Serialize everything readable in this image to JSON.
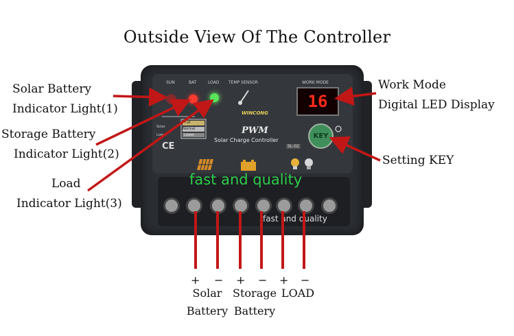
{
  "title": "Outside View Of The Controller",
  "labels": {
    "solar_light": [
      "Solar Battery",
      "Indicator Light(1)"
    ],
    "storage_light": [
      "Storage Battery",
      "Indicator Light(2)"
    ],
    "load_light": [
      "Load",
      "Indicator Light(3)"
    ],
    "work_mode": [
      "Work Mode",
      "Digital LED Display"
    ],
    "setting_key": "Setting KEY"
  },
  "panel": {
    "sun": "SUN",
    "bat": "BAT",
    "load": "LOAD",
    "temp_sensor": "TEMP SENSOR",
    "work_mode": "WORK MODE",
    "display_value": "16",
    "key": "KEY",
    "brand": "WINCONG",
    "pwm": "PWM",
    "subtitle": "Solar Charge Controller",
    "model": "SL-02",
    "ce": "CE",
    "battery_scale": [
      "Full",
      "Normal",
      "Lower"
    ],
    "solar_label": "Solar",
    "lower_label": "Lower"
  },
  "watermarks": {
    "main": "fast and quality",
    "strip": "fast and quality"
  },
  "terminals": {
    "signs": [
      "+",
      "−",
      "+",
      "−",
      "+",
      "−"
    ],
    "groups": [
      {
        "line1": "Solar",
        "line2": "Battery"
      },
      {
        "line1": "Storage",
        "line2": "Battery"
      },
      {
        "line1": "LOAD",
        "line2": ""
      }
    ]
  },
  "colors": {
    "arrow": "#c21717",
    "led_sun": "#a33",
    "led_bat": "#ff3b30",
    "led_load": "#44dd44",
    "watermark": "#2ecc4b"
  }
}
